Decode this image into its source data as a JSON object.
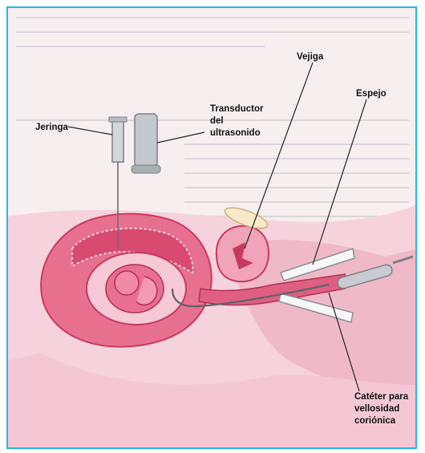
{
  "labels": {
    "vejiga": "Vejiga",
    "espejo": "Espejo",
    "jeringa": "Jeringa",
    "transductor_1": "Transductor",
    "transductor_2": "del",
    "transductor_3": "ultrasonido",
    "cateter_1": "Catéter para",
    "cateter_2": "vellosidad",
    "cateter_3": "coriónica"
  },
  "colors": {
    "frame": "#22b8ea",
    "uterus": "#e8708f",
    "uterus_dark": "#c8395e",
    "tissue_light": "#f4c9d4",
    "skin": "#f2b3c3",
    "instrument": "#9aa0a6"
  }
}
